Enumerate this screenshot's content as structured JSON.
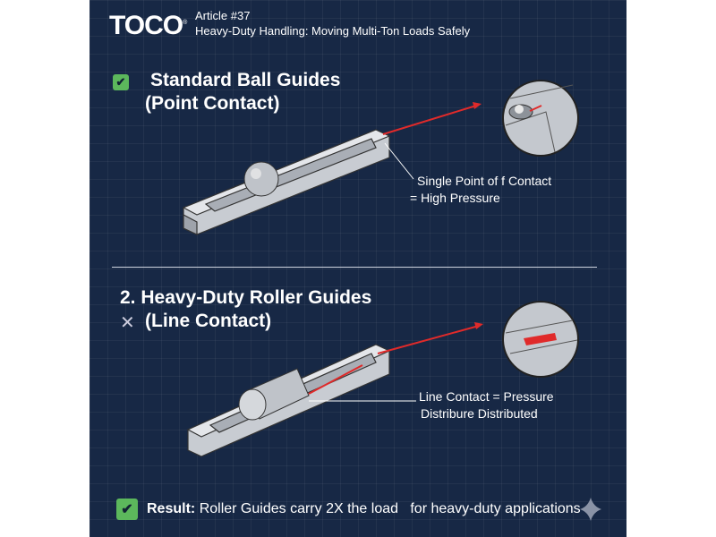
{
  "header": {
    "logo": "TOCO",
    "registered": "®",
    "article": "Article #37",
    "subtitle": "Heavy-Duty Handling: Moving Multi-Ton Loads Safely"
  },
  "section1": {
    "title_line1": "Standard Ball Guides",
    "title_line2": "(Point Contact)",
    "icon": "check-icon",
    "note_line1": "Single Point of f Contact",
    "note_line2": "= High Pressure"
  },
  "section2": {
    "title_line1": "2.  Heavy-Duty Roller Guides",
    "title_line2": "(Line Contact)",
    "icon": "x-icon",
    "note_line1": "Line Contact = Pressure",
    "note_line2": "Distribure Distributed"
  },
  "result": {
    "label": "Result:",
    "text": "Roller Guides carry 2X the load   for heavy-duty applications"
  },
  "colors": {
    "background": "#172845",
    "check": "#5cb85c",
    "accent": "#e02a2a"
  }
}
